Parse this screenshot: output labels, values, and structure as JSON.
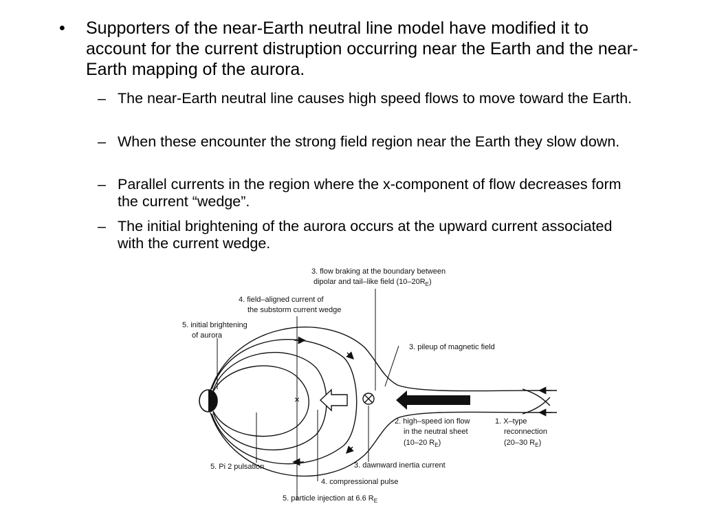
{
  "slide": {
    "main_bullet": {
      "marker": "•",
      "text": "Supporters of the near-Earth neutral line model have modified it to account for the current distruption occurring near the Earth and the near-Earth mapping of the aurora."
    },
    "sub_bullets": [
      {
        "marker": "–",
        "text": "The near-Earth neutral line causes high speed flows to move toward the Earth."
      },
      {
        "marker": "–",
        "text": "When these encounter the strong field region near the Earth they slow down."
      },
      {
        "marker": "–",
        "text": "Parallel currents in the region where the x-component of flow decreases form the current “wedge”."
      },
      {
        "marker": "–",
        "text": "The initial brightening of the aurora occurs at the upward current associated with the current wedge."
      }
    ]
  },
  "diagram": {
    "labels": {
      "flow_braking_1": "3. flow braking at the boundary between",
      "flow_braking_2": "dipolar and tail–like field (10–20R",
      "flow_braking_sub": "E",
      "flow_braking_end": ")",
      "fac_1": "4. field–aligned current of",
      "fac_2": "the substorm current wedge",
      "brightening_1": "5. initial brightening",
      "brightening_2": "of aurora",
      "pileup": "3. pileup of magnetic field",
      "ion_flow_1": "2. high–speed ion flow",
      "ion_flow_2": "in the neutral sheet",
      "ion_flow_3": "(10–20 R",
      "ion_flow_sub": "E",
      "ion_flow_end": ")",
      "xtype_1": "1. X–type",
      "xtype_2": "reconnection",
      "xtype_3": "(20–30 R",
      "xtype_sub": "E",
      "xtype_end": ")",
      "pi2": "5. Pi 2 pulsation",
      "inertia": "3. dawnward inertia current",
      "compressional": "4. compressional pulse",
      "injection": "5. particle injection at 6.6 R",
      "injection_sub": "E",
      "x_mark": "×"
    }
  }
}
